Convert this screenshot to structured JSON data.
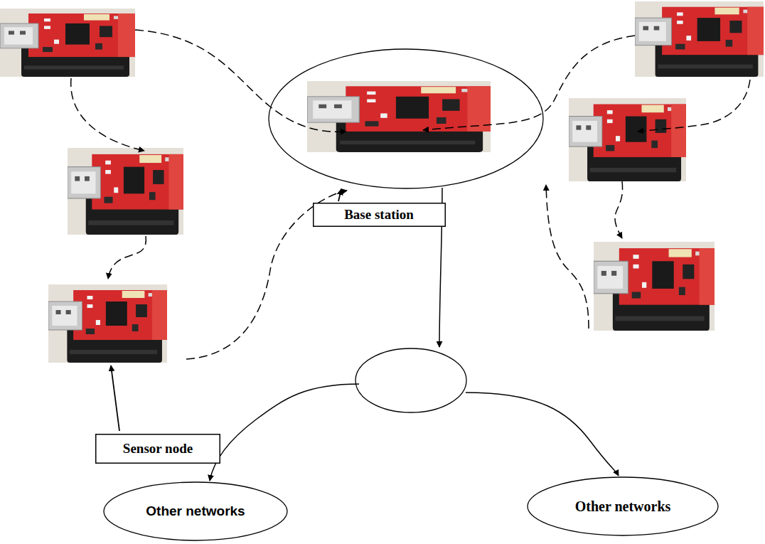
{
  "diagram": {
    "nodes": [
      {
        "text": [
          "Base station"
        ]
      },
      {
        "text": [
          "Sensor node"
        ]
      },
      {
        "text": [
          "Other networks"
        ]
      },
      {
        "text": [
          "Other networks"
        ]
      }
    ]
  }
}
